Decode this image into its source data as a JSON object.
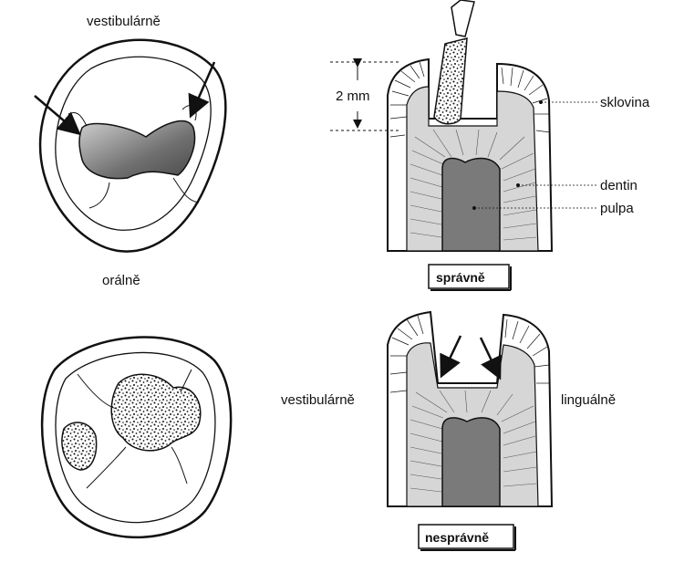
{
  "labels": {
    "top_left_vestibular": "vestibulárně",
    "top_left_oral": "orálně",
    "measure": "2 mm",
    "enamel": "sklovina",
    "dentin": "dentin",
    "pulp": "pulpa",
    "correct": "správně",
    "bottom_vestibular": "vestibulárně",
    "bottom_lingual": "linguálně",
    "incorrect": "nesprávně"
  },
  "colors": {
    "ink": "#111111",
    "shade": "#6a6a6a",
    "dentin": "#cfcfcf",
    "pulp": "#7a7a7a",
    "paper": "#ffffff"
  }
}
